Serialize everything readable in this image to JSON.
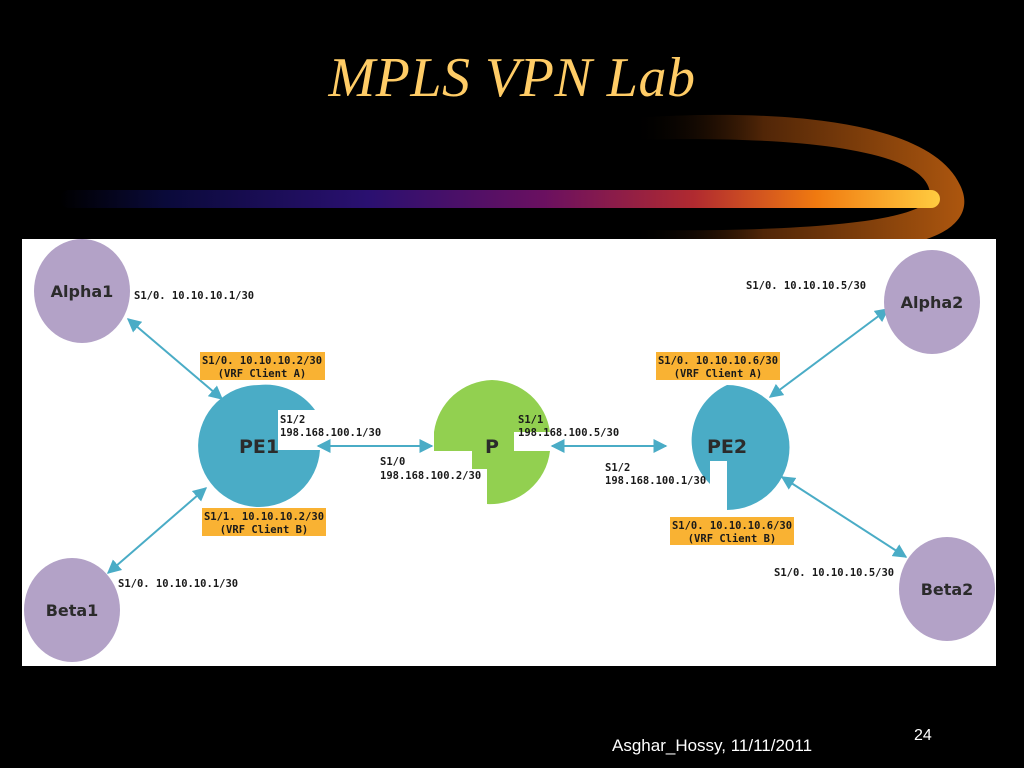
{
  "slide": {
    "title": "MPLS VPN Lab",
    "author_date": "Asghar_Hossy, 11/11/2011",
    "page_number": "24"
  },
  "colors": {
    "background": "#000000",
    "title": "#ffcc66",
    "router_core": "#4aacc6",
    "p_router": "#92d050",
    "customer_router": "#b3a2c7",
    "vrf_tag": "#f9b233",
    "link": "#4aacc6"
  },
  "nodes": {
    "alpha1": "Alpha1",
    "beta1": "Beta1",
    "pe1": "PE1",
    "p": "P",
    "pe2": "PE2",
    "alpha2": "Alpha2",
    "beta2": "Beta2"
  },
  "interfaces": {
    "alpha1_s10": "S1/0. 10.10.10.1/30",
    "beta1_s10": "S1/0. 10.10.10.1/30",
    "pe1_s12_name": "S1/2",
    "pe1_s12_ip": "198.168.100.1/30",
    "p_s10_name": "S1/0",
    "p_s10_ip": "198.168.100.2/30",
    "p_s11_name": "S1/1",
    "p_s11_ip": "198.168.100.5/30",
    "pe2_s12_name": "S1/2",
    "pe2_s12_ip": "198.168.100.1/30",
    "alpha2_s10": "S1/0. 10.10.10.5/30",
    "beta2_s10": "S1/0. 10.10.10.5/30"
  },
  "vrf_tags": {
    "pe1_a_line1": "S1/0. 10.10.10.2/30",
    "pe1_a_line2": "(VRF Client A)",
    "pe1_b_line1": "S1/1. 10.10.10.2/30",
    "pe1_b_line2": "(VRF Client B)",
    "pe2_a_line1": "S1/0. 10.10.10.6/30",
    "pe2_a_line2": "(VRF Client A)",
    "pe2_b_line1": "S1/0. 10.10.10.6/30",
    "pe2_b_line2": "(VRF Client B)"
  }
}
